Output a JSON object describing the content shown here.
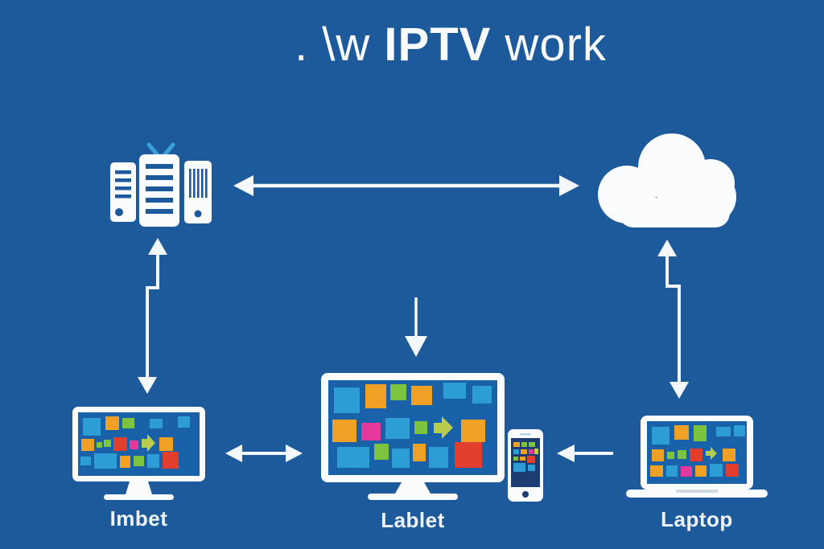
{
  "title": {
    "part1": ". \\w ",
    "part2": "IPTV",
    "part3": " work"
  },
  "devices": {
    "server": {
      "name": "media-server"
    },
    "cloud": {
      "name": "cloud"
    },
    "tv": {
      "label": "Imbet"
    },
    "tablet": {
      "label": "Lablet"
    },
    "smartphone": {
      "name": "smartphone"
    },
    "laptop": {
      "label": "Laptop"
    }
  },
  "connections": [
    {
      "from": "media-server",
      "to": "cloud",
      "style": "double-headed horizontal"
    },
    {
      "from": "media-server",
      "to": "tv",
      "style": "double-headed vertical with jog"
    },
    {
      "from": "cloud",
      "to": "laptop",
      "style": "double-headed vertical with jog"
    },
    {
      "from": "top-center",
      "to": "tablet",
      "style": "single down"
    },
    {
      "from": "tv",
      "to": "tablet",
      "style": "double-headed horizontal"
    },
    {
      "from": "laptop",
      "to": "smartphone",
      "style": "single left"
    }
  ],
  "palette": {
    "background": "#1d5a9c",
    "icon_white": "#fafcfe",
    "screen_blue": "#1961a8",
    "phone_screen_blue": "#1c3c72",
    "antenna_blue": "#3aa0d9",
    "arrow_white": "#f4f8fb",
    "tile_blue": "#2d9dd6",
    "tile_orange": "#f0a125",
    "tile_green": "#7cc43f",
    "tile_lime": "#b8cc4e",
    "tile_red": "#e23e2d",
    "tile_pink": "#e5399e"
  }
}
